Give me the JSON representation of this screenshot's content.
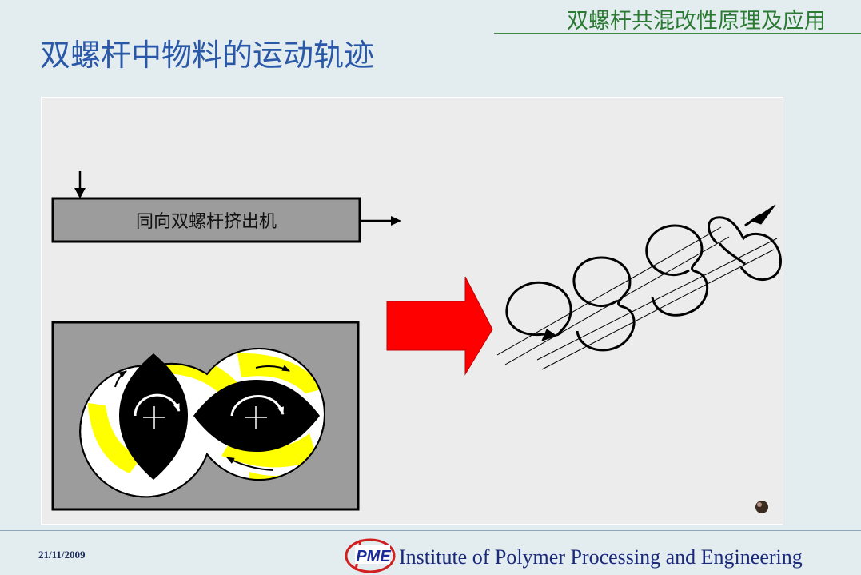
{
  "header": {
    "course_title": "双螺杆共混改性原理及应用"
  },
  "slide": {
    "title": "双螺杆中物料的运动轨迹"
  },
  "figure": {
    "extruder_label": "同向双螺杆挤出机",
    "colors": {
      "panel": "#ececec",
      "extruder_body": "#9c9c9c",
      "material": "#ffff00",
      "screw": "#000000",
      "arrow_big": "#ff0000"
    }
  },
  "footer": {
    "date": "21/11/2009",
    "logo_text": "PME",
    "organization": "Institute of Polymer Processing and Engineering"
  }
}
